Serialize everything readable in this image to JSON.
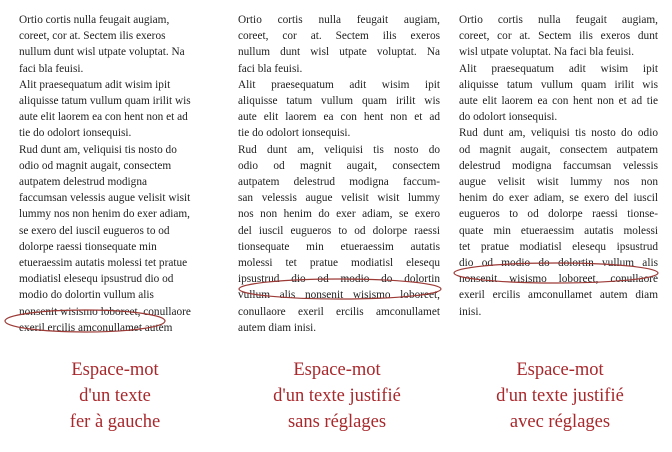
{
  "columns": [
    {
      "paragraphs": [
        [
          "Ortio cortis nulla feugait augiam,",
          "coreet, cor at. Sectem ilis exeros",
          "nullum dunt wisl utpate voluptat. Na",
          "faci bla feuisi."
        ],
        [
          "Alit praesequatum adit wisim ipit",
          "aliquisse tatum vullum quam irilit wis",
          "aute elit laorem ea con hent non et ad",
          "tie do odolort ionsequisi."
        ],
        [
          "Rud dunt am, veliquisi tis nosto do",
          "odio od magnit augait, consectem",
          "autpatem delestrud modigna",
          "faccumsan velessis augue velisit wisit",
          "lummy nos non henim do exer adiam,",
          "se exero del iuscil eugueros to od",
          "dolorpe raessi tionsequate min",
          "etueraessim autatis molessi tet pratue",
          "modiatisl elesequ ipsustrud dio od",
          "modio do dolortin vullum alis",
          "nonsenit wisismo loboreet, conullaore",
          "exeril ercilis amconullamet autem"
        ]
      ]
    },
    {
      "paragraphs": [
        [
          "Ortio cortis nulla feugait augiam,",
          "coreet, cor at. Sectem ilis exeros",
          "nullum dunt wisl utpate voluptat. Na",
          "faci bla feuisi."
        ],
        [
          "Alit praesequatum adit wisim ipit",
          "aliquisse tatum vullum quam irilit wis",
          "aute elit laorem ea con hent non et ad",
          "tie do odolort ionsequisi."
        ],
        [
          "Rud dunt am, veliquisi tis nosto do",
          "odio od magnit augait, consectem",
          "autpatem delestrud modigna faccum-",
          "san velessis augue velisit wisit lummy",
          "nos non henim do exer adiam, se exero",
          "del iuscil eugueros to od dolorpe raessi",
          "tionsequate min etueraessim autatis",
          "molessi tet pratue modiatisl elesequ",
          "ipsustrud dio od modio do dolortin",
          "vullum alis nonsenit wisismo loboreet,",
          "conullaore exeril ercilis amconullamet",
          "autem diam inisi."
        ]
      ]
    },
    {
      "paragraphs": [
        [
          "Ortio cortis nulla feugait augiam,",
          "coreet, cor at. Sectem ilis exeros dunt",
          "wisl utpate voluptat. Na faci bla feuisi."
        ],
        [
          "Alit praesequatum adit wisim ipit",
          "aliquisse tatum vullum quam irilit wis",
          "aute elit laorem ea con hent non et ad tie",
          "do odolort ionsequisi."
        ],
        [
          "Rud dunt am, veliquisi tis nosto do odio",
          "od magnit augait, consectem autpatem",
          "delestrud modigna faccumsan velessis",
          "augue velisit wisit lummy nos non",
          "henim do exer adiam, se exero del iuscil",
          "eugueros to od dolorpe raessi tionse-",
          "quate min etueraessim autatis molessi",
          "tet pratue modiatisl elesequ ipsustrud",
          "dio od modio do dolortin vullum alis",
          "nonsenit wisismo loboreet, conullaore",
          "exeril ercilis amconullamet autem diam",
          "inisi."
        ]
      ]
    }
  ],
  "captions": {
    "left": [
      "Espace-mot",
      "d'un texte",
      "fer à gauche"
    ],
    "middle": [
      "Espace-mot",
      "d'un texte justifié",
      "sans réglages"
    ],
    "right": [
      "Espace-mot",
      "d'un texte justifié",
      "avec réglages"
    ]
  },
  "colors": {
    "text": "#1e1e1e",
    "caption": "#a8282c",
    "highlight_oval": "#9c3a36"
  }
}
